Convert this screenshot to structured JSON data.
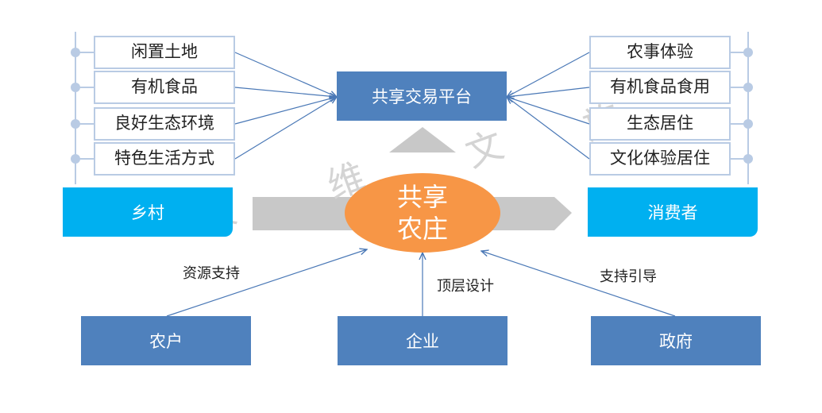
{
  "platform": "共享交易平台",
  "left_items": [
    "闲置土地",
    "有机食品",
    "良好生态环境",
    "特色生活方式"
  ],
  "right_items": [
    "农事体验",
    "有机食品食用",
    "生态居住",
    "文化体验居住"
  ],
  "village": "乡村",
  "consumer": "消费者",
  "center_line1": "共享",
  "center_line2": "农庄",
  "bottom_boxes": [
    "农户",
    "企业",
    "政府"
  ],
  "edge_labels": {
    "resources": "资源支持",
    "design": "顶层设计",
    "support": "支持引导"
  },
  "watermark": [
    "绿",
    "维",
    "文",
    "旅"
  ],
  "colors": {
    "box_blue": "#4f81bd",
    "cyan": "#00b0f0",
    "orange": "#f79646",
    "gray_arrow": "#c8c8c8",
    "line_blue": "#4a78b6",
    "item_border": "#b9cbe4"
  }
}
